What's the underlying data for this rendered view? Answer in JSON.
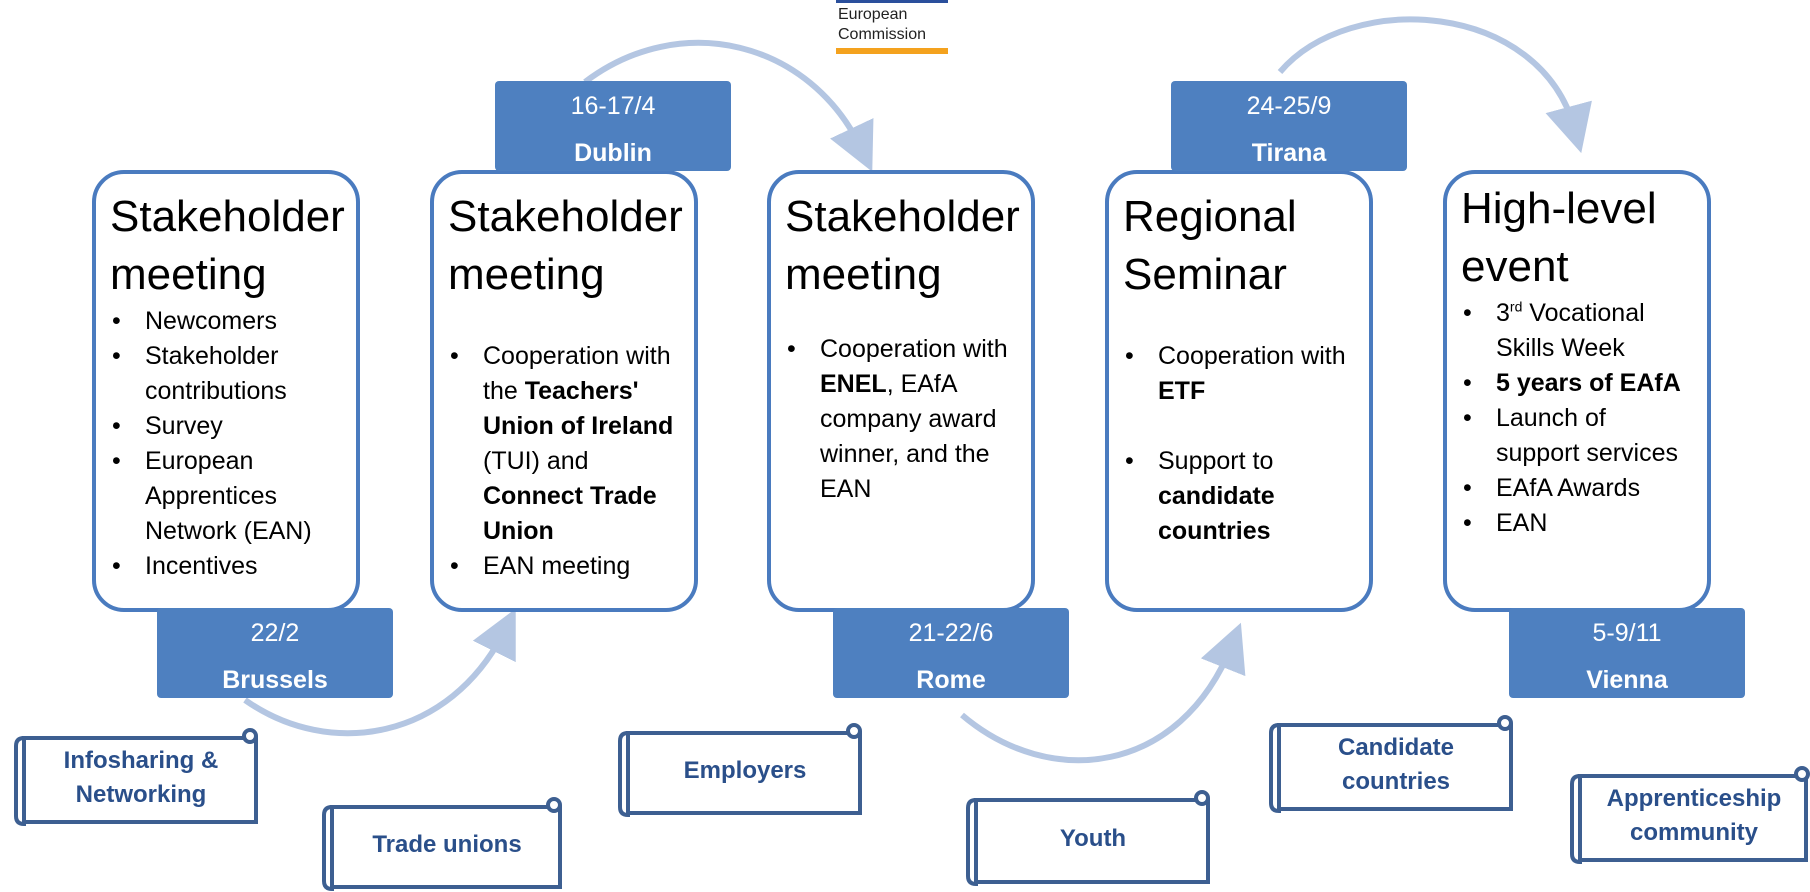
{
  "logo": {
    "line1": "European",
    "line2": "Commission"
  },
  "cards": [
    {
      "title": [
        "Stakeholder",
        "meeting"
      ],
      "items": [
        "Newcomers",
        "Stakeholder contributions",
        "Survey",
        "European Apprentices Network (EAN)",
        "Incentives"
      ]
    },
    {
      "title": [
        "Stakeholder",
        "meeting"
      ],
      "items": [
        {
          "pre": "Cooperation with the ",
          "b1": "Teachers' Union of Ireland",
          "mid": " (TUI) and ",
          "b2": "Connect Trade Union"
        },
        "EAN meeting"
      ]
    },
    {
      "title": [
        "Stakeholder",
        "meeting"
      ],
      "items": [
        {
          "pre": "Cooperation with ",
          "b1": "ENEL",
          "post": ", EAfA company award winner, and the EAN"
        }
      ]
    },
    {
      "title": [
        "Regional",
        "Seminar"
      ],
      "items": [
        {
          "pre": "Cooperation with ",
          "b1": "ETF"
        },
        {
          "pre": "Support to ",
          "b1": "candidate countries"
        }
      ]
    },
    {
      "title": [
        "High-level",
        "event"
      ],
      "items": [
        {
          "num": "3",
          "sup": "rd",
          "rest": " Vocational Skills Week"
        },
        "5 years of EAfA",
        "Launch of support services",
        "EAfA Awards",
        "EAN"
      ]
    }
  ],
  "tags": [
    {
      "date": "22/2",
      "city": "Brussels"
    },
    {
      "date": "16-17/4",
      "city": "Dublin"
    },
    {
      "date": "21-22/6",
      "city": "Rome"
    },
    {
      "date": "24-25/9",
      "city": "Tirana"
    },
    {
      "date": "5-9/11",
      "city": "Vienna"
    }
  ],
  "scrolls": [
    {
      "label": "Infosharing & Networking"
    },
    {
      "label": "Trade unions"
    },
    {
      "label": "Employers"
    },
    {
      "label": "Youth"
    },
    {
      "label": "Candidate countries"
    },
    {
      "label": "Apprenticeship community"
    }
  ],
  "colors": {
    "card_border": "#4a7bbf",
    "tag_fill": "#4e80c0",
    "arrow": "#b4c6e2",
    "scroll_text": "#2a4f8a",
    "scroll_border": "#3d5f91",
    "logo_accent": "#f4a21e"
  }
}
